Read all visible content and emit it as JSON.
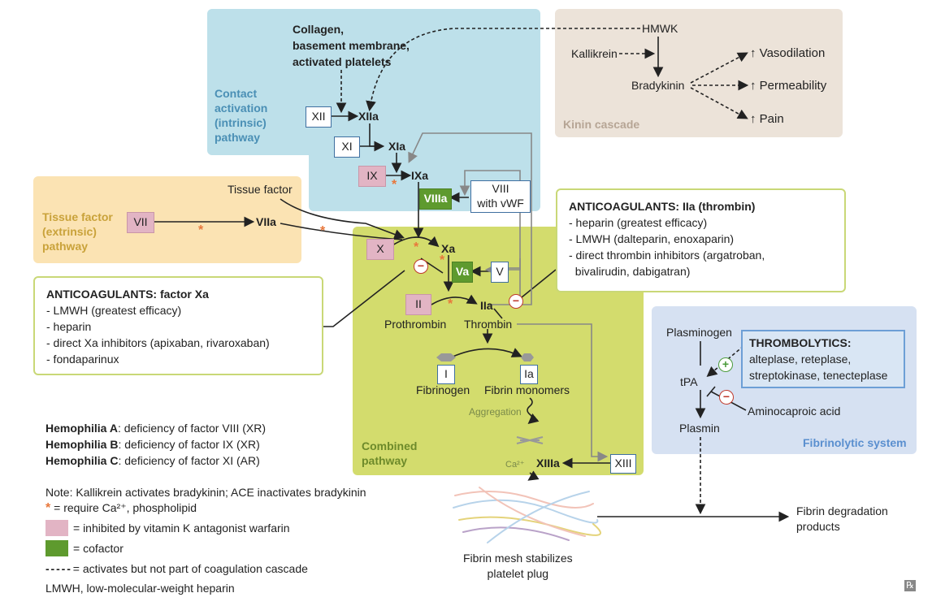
{
  "regions": {
    "contact": "Contact\nactivation\n(intrinsic)\npathway",
    "tissue": "Tissue factor\n(extrinsic)\npathway",
    "kinin": "Kinin cascade",
    "combined": "Combined\npathway",
    "fibrinolytic": "Fibrinolytic system"
  },
  "colors": {
    "contact": "#bde0ea",
    "tissue": "#fbe3b3",
    "kinin": "#ece3d9",
    "combined": "#d3dc6d",
    "fibrinolytic": "#d6e1f2",
    "pink": "#e2b4c4",
    "green": "#5e9a2e"
  },
  "contact_trigger": [
    "Collagen,",
    "basement membrane,",
    "activated platelets"
  ],
  "factors": {
    "XII": "XII",
    "XIIa": "XIIa",
    "XI": "XI",
    "XIa": "XIa",
    "IX": "IX",
    "IXa": "IXa",
    "VIII": "VIII\nwith vWF",
    "VIIIa": "VIIIa",
    "tissue_factor": "Tissue factor",
    "VII": "VII",
    "VIIa": "VIIa",
    "X": "X",
    "Xa": "Xa",
    "Va": "Va",
    "V": "V",
    "II": "II",
    "IIa": "IIa",
    "prothrombin": "Prothrombin",
    "thrombin": "Thrombin",
    "I": "I",
    "Ia": "Ia",
    "fibrinogen": "Fibrinogen",
    "fibrin_monomers": "Fibrin monomers",
    "aggregation": "Aggregation",
    "ca": "Ca²⁺",
    "XIIIa": "XIIIa",
    "XIII": "XIII",
    "mesh": "Fibrin mesh stabilizes\nplatelet plug",
    "degradation": "Fibrin degradation\nproducts"
  },
  "kinin": {
    "hmwk": "HMWK",
    "kallikrein": "Kallikrein",
    "bradykinin": "Bradykinin",
    "effects": [
      "Vasodilation",
      "Permeability",
      "Pain"
    ]
  },
  "fibrinolysis": {
    "plasminogen": "Plasminogen",
    "tpa": "tPA",
    "plasmin": "Plasmin",
    "aminocaproic": "Aminocaproic acid",
    "thrombolytics_title": "THROMBOLYTICS:",
    "thrombolytics": [
      "alteplase, reteplase,",
      "streptokinase, tenecteplase"
    ]
  },
  "anticoag_iia": {
    "title": "ANTICOAGULANTS: IIa (thrombin)",
    "items": [
      "- heparin (greatest efficacy)",
      "- LMWH (dalteparin, enoxaparin)",
      "- direct thrombin inhibitors (argatroban,",
      "  bivalirudin, dabigatran)"
    ]
  },
  "anticoag_xa": {
    "title": "ANTICOAGULANTS: factor Xa",
    "items": [
      "- LMWH (greatest efficacy)",
      "- heparin",
      "- direct Xa inhibitors (apixaban, rivaroxaban)",
      "- fondaparinux"
    ]
  },
  "hemophilia": [
    {
      "name": "Hemophilia A",
      "desc": ": deficiency of factor VIII (XR)"
    },
    {
      "name": "Hemophilia B",
      "desc": ": deficiency of factor IX (XR)"
    },
    {
      "name": "Hemophilia C",
      "desc": ": deficiency of factor XI (AR)"
    }
  ],
  "legend": {
    "note": "Note: Kallikrein activates bradykinin; ACE inactivates bradykinin",
    "star": "= require Ca²⁺, phospholipid",
    "pink": "= inhibited by vitamin K antagonist warfarin",
    "green": "= cofactor",
    "dashed": "= activates but not part of coagulation cascade",
    "lmwh": "LMWH, low-molecular-weight heparin"
  },
  "corner_mark": "℞"
}
